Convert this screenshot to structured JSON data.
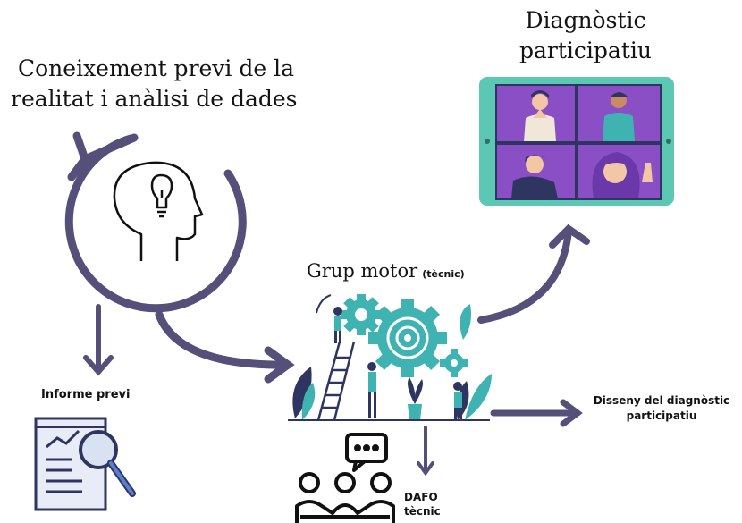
{
  "labels": {
    "coneixement_line1": "Coneixement previ de la",
    "coneixement_line2": "realitat i anàlisi de dades",
    "diagnostic_line1": "Diagnòstic",
    "diagnostic_line2": "participatiu",
    "grup_motor": "Grup motor",
    "grup_motor_note": "(tècnic)",
    "informe_previ": "Informe previ",
    "disseny_line1": "Disseny del diagnòstic",
    "disseny_line2": "participatiu",
    "dafo_line1": "DAFO",
    "dafo_line2": "tècnic"
  },
  "colors": {
    "arrow": "#55507a",
    "teal": "#3fb3b1",
    "purple": "#8a4fc4",
    "tablet": "#5cc7b3",
    "navy": "#2e3560"
  },
  "icons": {
    "head": "head-lightbulb-icon",
    "report": "report-magnifier-icon",
    "team": "team-meeting-icon",
    "tablet": "video-call-tablet-icon",
    "gears": "gears-team-icon"
  }
}
